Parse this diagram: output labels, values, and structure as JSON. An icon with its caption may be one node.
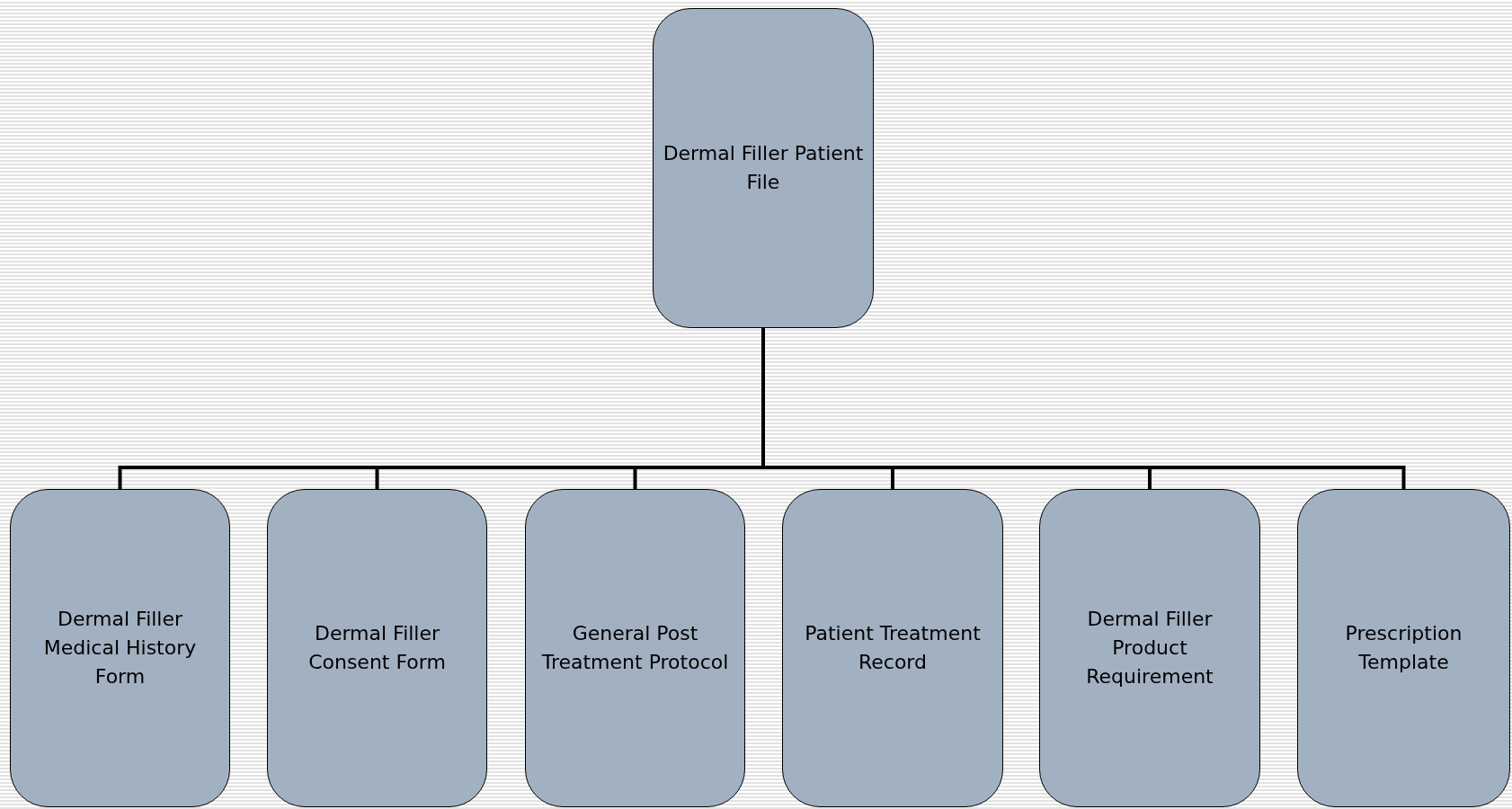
{
  "diagram": {
    "nodes": [
      {
        "text": [
          "Dermal Filler Patient File"
        ]
      },
      {
        "text": [
          "Dermal Filler Medical History Form"
        ]
      },
      {
        "text": [
          "Dermal Filler Consent Form"
        ]
      },
      {
        "text": [
          "General Post Treatment Protocol"
        ]
      },
      {
        "text": [
          "Patient Treatment Record"
        ]
      },
      {
        "text": [
          "Dermal Filler Product Requirement"
        ]
      },
      {
        "text": [
          "Prescription Template"
        ]
      }
    ],
    "edges": [
      {
        "from": 0,
        "to": 1,
        "arrow": "none"
      },
      {
        "from": 0,
        "to": 2,
        "arrow": "none"
      },
      {
        "from": 0,
        "to": 3,
        "arrow": "none"
      },
      {
        "from": 0,
        "to": 4,
        "arrow": "none"
      },
      {
        "from": 0,
        "to": 5,
        "arrow": "none"
      },
      {
        "from": 0,
        "to": 6,
        "arrow": "none"
      }
    ]
  }
}
